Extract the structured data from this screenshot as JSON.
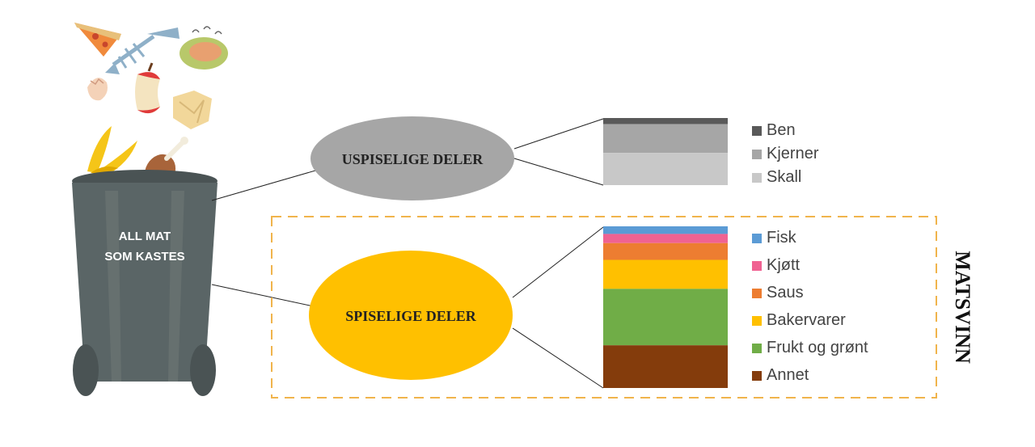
{
  "bin": {
    "label_line1": "ALL MAT",
    "label_line2": "SOM KASTES"
  },
  "inedible": {
    "label": "USPISELIGE DELER",
    "color": "#a6a6a6",
    "legend": [
      {
        "name": "Ben",
        "color": "#595959"
      },
      {
        "name": "Kjerner",
        "color": "#a6a6a6"
      },
      {
        "name": "Skall",
        "color": "#c8c8c8"
      }
    ]
  },
  "edible": {
    "label": "SPISELIGE DELER",
    "color": "#ffc000",
    "legend": [
      {
        "name": "Fisk",
        "color": "#5b9bd5"
      },
      {
        "name": "Kjøtt",
        "color": "#f06292"
      },
      {
        "name": "Saus",
        "color": "#ed7d31"
      },
      {
        "name": "Bakervarer",
        "color": "#ffc000"
      },
      {
        "name": "Frukt og grønt",
        "color": "#70ad47"
      },
      {
        "name": "Annet",
        "color": "#843c0c"
      }
    ]
  },
  "side_label": "MATSVINN",
  "frame_color": "#f0b44c",
  "chart_data": [
    {
      "type": "bar",
      "stacked": true,
      "categories": [
        "USPISELIGE DELER"
      ],
      "series": [
        {
          "name": "Ben",
          "values": [
            9
          ]
        },
        {
          "name": "Kjerner",
          "values": [
            43
          ]
        },
        {
          "name": "Skall",
          "values": [
            48
          ]
        }
      ],
      "unit": "share (%)"
    },
    {
      "type": "bar",
      "stacked": true,
      "categories": [
        "SPISELIGE DELER"
      ],
      "series": [
        {
          "name": "Fisk",
          "values": [
            5
          ]
        },
        {
          "name": "Kjøtt",
          "values": [
            6
          ]
        },
        {
          "name": "Saus",
          "values": [
            11
          ]
        },
        {
          "name": "Bakervarer",
          "values": [
            19
          ]
        },
        {
          "name": "Frukt og grønt",
          "values": [
            37
          ]
        },
        {
          "name": "Annet",
          "values": [
            28
          ]
        }
      ],
      "unit": "share (%)"
    }
  ],
  "icons": [
    "pizza-slice-icon",
    "fish-bone-icon",
    "meat-icon",
    "eggshell-icon",
    "apple-core-icon",
    "crumpled-paper-icon",
    "banana-peel-icon",
    "chicken-leg-icon"
  ]
}
